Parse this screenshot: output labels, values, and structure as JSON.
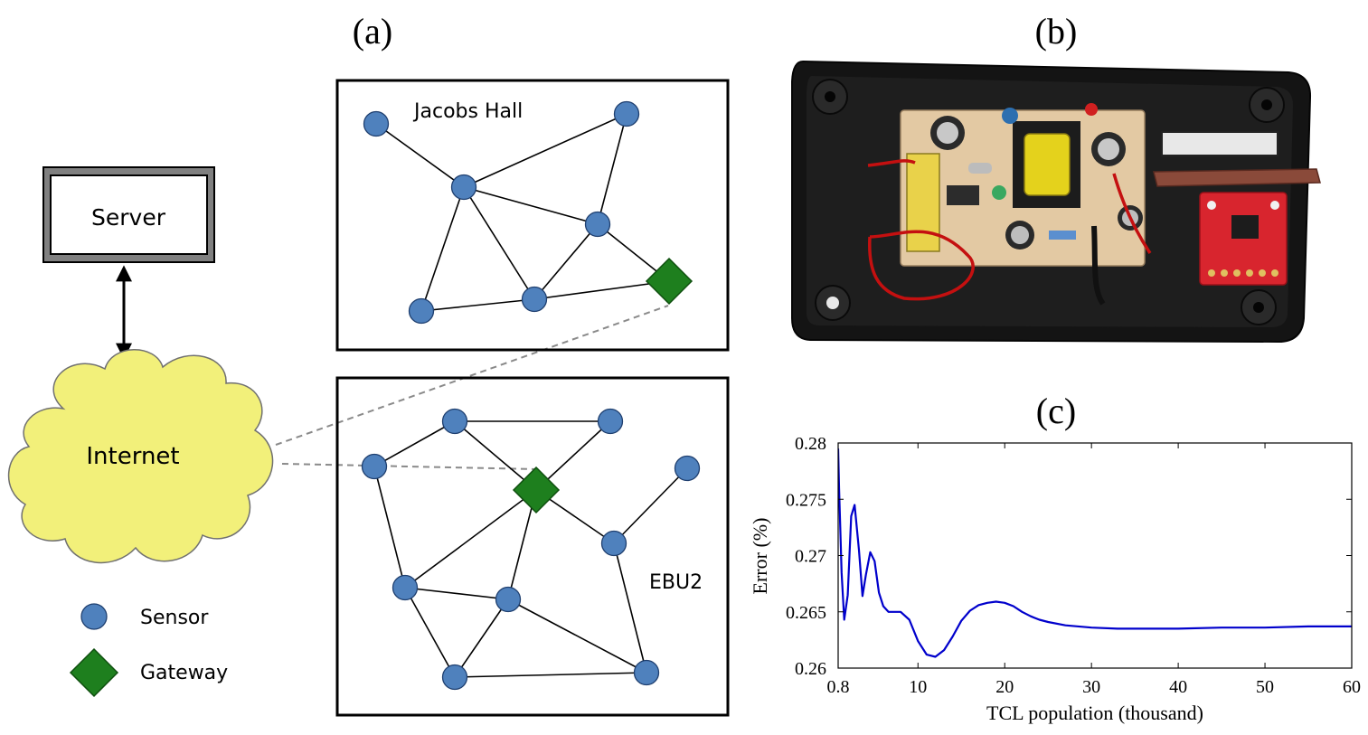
{
  "panels": {
    "a": "(a)",
    "b": "(b)",
    "c": "(c)"
  },
  "network": {
    "server_label": "Server",
    "internet_label": "Internet",
    "building_top": "Jacobs Hall",
    "building_bottom": "EBU2",
    "legend": {
      "sensor": "Sensor",
      "gateway": "Gateway"
    }
  },
  "colors": {
    "sensor": "#4f81bd",
    "gateway": "#1e7f1e",
    "cloud": "#f2f07a",
    "line": "#0000cc"
  },
  "chart_data": {
    "type": "line",
    "xlabel": "TCL population (thousand)",
    "ylabel": "Error (%)",
    "xlim": [
      0.8,
      60
    ],
    "ylim": [
      0.26,
      0.28
    ],
    "xticks": [
      "0.8",
      "10",
      "20",
      "30",
      "40",
      "50",
      "60"
    ],
    "yticks": [
      "0.26",
      "0.265",
      "0.27",
      "0.275",
      "0.28"
    ],
    "series": [
      {
        "x": [
          0.8,
          0.9,
          1.2,
          1.5,
          1.9,
          2.3,
          2.7,
          3.2,
          3.6,
          4.0,
          4.5,
          5.0,
          5.5,
          6.0,
          6.6,
          7.3,
          8.0,
          9.0,
          10.0,
          11.0,
          12.0,
          13.0,
          14.0,
          15.0,
          16.0,
          17.0,
          18.0,
          19.0,
          20.0,
          21.0,
          22.0,
          23.0,
          24.0,
          25.0,
          27.0,
          30.0,
          33.0,
          36.0,
          40.0,
          45.0,
          50.0,
          55.0,
          60.0
        ],
        "y": [
          0.2795,
          0.276,
          0.2685,
          0.2643,
          0.2665,
          0.2735,
          0.2745,
          0.2705,
          0.2664,
          0.2683,
          0.2703,
          0.2695,
          0.2667,
          0.2655,
          0.265,
          0.265,
          0.265,
          0.2643,
          0.2624,
          0.2612,
          0.261,
          0.2616,
          0.2628,
          0.2642,
          0.2651,
          0.2656,
          0.2658,
          0.2659,
          0.2658,
          0.2655,
          0.265,
          0.2646,
          0.2643,
          0.2641,
          0.2638,
          0.2636,
          0.2635,
          0.2635,
          0.2635,
          0.2636,
          0.2636,
          0.2637,
          0.2637
        ]
      }
    ]
  }
}
